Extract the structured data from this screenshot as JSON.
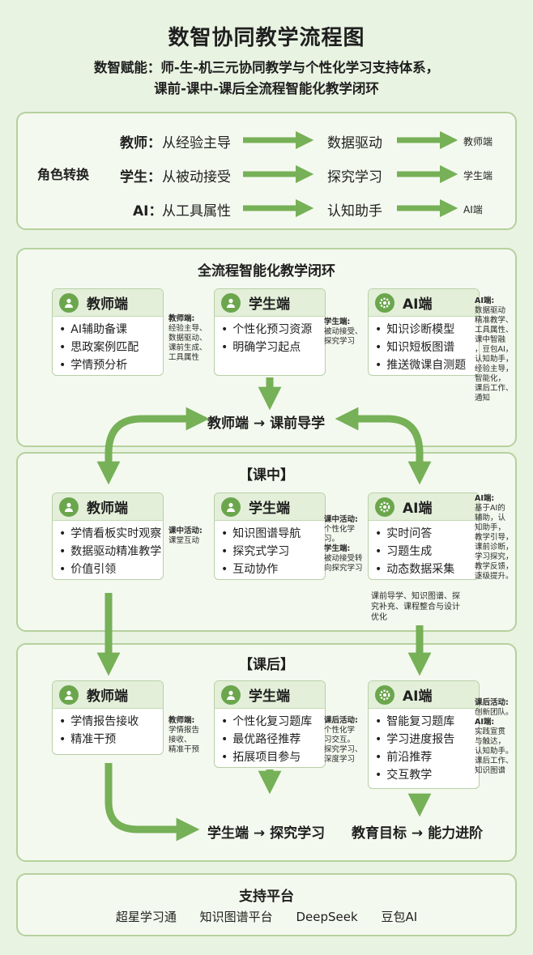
{
  "title": "数智协同教学流程图",
  "subtitle_line1": "数智赋能：师-生-机三元协同教学与个性化学习支持体系，",
  "subtitle_line2": "课前-课中-课后全流程智能化教学闭环",
  "roles": {
    "label": "角色转换",
    "rows": [
      {
        "who": "教师：",
        "from": "从经验主导",
        "to": "数据驱动",
        "end": "教师端"
      },
      {
        "who": "学生：",
        "from": "从被动接受",
        "to": "探究学习",
        "end": "学生端"
      },
      {
        "who": "AI：",
        "from": "从工具属性",
        "to": "认知助手",
        "end": "AI端"
      }
    ]
  },
  "pre": {
    "title": "全流程智能化教学闭环",
    "teacher": {
      "name": "教师端",
      "items": [
        "AI辅助备课",
        "思政案例匹配",
        "学情预分析"
      ]
    },
    "student": {
      "name": "学生端",
      "items": [
        "个性化预习资源",
        "明确学习起点"
      ]
    },
    "ai": {
      "name": "AI端",
      "items": [
        "知识诊断模型",
        "知识短板图谱",
        "推送微课自测题"
      ]
    },
    "note_teacher_head": "教师端:",
    "note_teacher_lines": [
      "经验主导、",
      "数据驱动、",
      "课前生成、",
      "工具属性"
    ],
    "note_student_head": "学生端:",
    "note_student_lines": [
      "被动接受、",
      "探究学习"
    ],
    "note_ai_head": "AI端:",
    "note_ai_lines": [
      "数据驱动",
      "精准教学、",
      "工具属性、",
      "课中智融",
      "，豆包AI，",
      "认知助手，",
      "经验主导，",
      "智能化，",
      "课后工作、",
      "通知"
    ],
    "flow": "教师端 → 课前导学"
  },
  "in": {
    "title": "【课中】",
    "teacher": {
      "name": "教师端",
      "items": [
        "学情看板实时观察",
        "数据驱动精准教学",
        "价值引领"
      ]
    },
    "student": {
      "name": "学生端",
      "items": [
        "知识图谱导航",
        "探究式学习",
        "互动协作"
      ]
    },
    "ai": {
      "name": "AI端",
      "items": [
        "实时问答",
        "习题生成",
        "动态数据采集"
      ]
    },
    "note_teacher_head": "课中活动:",
    "note_teacher_lines": [
      "课堂互动"
    ],
    "note_student_head1": "课中活动:",
    "note_student_lines1": [
      "个性化学",
      "习。"
    ],
    "note_student_head2": "学生端:",
    "note_student_lines2": [
      "被动接受转",
      "向探究学习"
    ],
    "note_ai_head": "AI端:",
    "note_ai_lines": [
      "基于AI的",
      "辅助，认",
      "知助手，",
      "教学引导，",
      "课前诊断，",
      "学习探究，",
      "教学反馈，",
      "逐级提升。"
    ],
    "note_below_lines": [
      "课前导学、知识图谱、探",
      "究补充、课程整合与设计",
      "优化"
    ]
  },
  "post": {
    "title": "【课后】",
    "teacher": {
      "name": "教师端",
      "items": [
        "学情报告接收",
        "精准干预"
      ]
    },
    "student": {
      "name": "学生端",
      "items": [
        "个性化复习题库",
        "最优路径推荐",
        "拓展项目参与"
      ]
    },
    "ai": {
      "name": "AI端",
      "items": [
        "智能复习题库",
        "学习进度报告",
        "前沿推荐",
        "交互教学"
      ]
    },
    "note_teacher_head": "教师端:",
    "note_teacher_lines": [
      "学情报告",
      "接收、",
      "精准干预"
    ],
    "note_student_head": "课后活动:",
    "note_student_lines": [
      "个性化学",
      "习交互。",
      "探究学习、",
      "深度学习"
    ],
    "note_ai_head1": "课后活动:",
    "note_ai_lines1": [
      "创新团队。"
    ],
    "note_ai_head2": "AI端:",
    "note_ai_lines2": [
      "实践宣贯",
      "与触达，",
      "认知助手。",
      "课后工作、",
      "知识图谱"
    ],
    "flow_left": "学生端 → 探究学习",
    "flow_right": "教育目标 → 能力进阶"
  },
  "platform": {
    "title": "支持平台",
    "items": [
      "超星学习通",
      "知识图谱平台",
      "DeepSeek",
      "豆包AI"
    ]
  },
  "colors": {
    "arrow": "#76b057",
    "panel_border": "#b5d19d",
    "card_head": "#e3efd9",
    "icon": "#6ba64d"
  }
}
